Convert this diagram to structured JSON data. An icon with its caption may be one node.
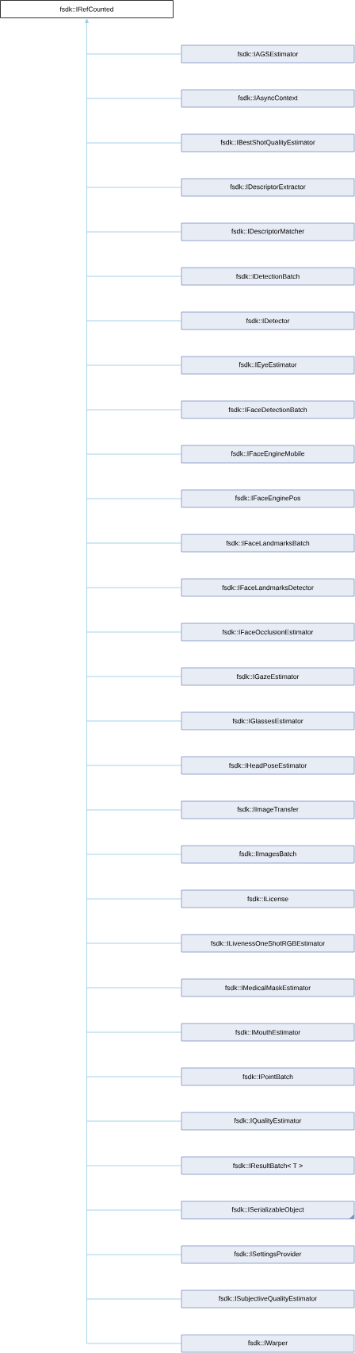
{
  "diagram": {
    "nodes": [
      {
        "text": [
          "fsdk::IRefCounted"
        ]
      },
      {
        "text": [
          "fsdk::IAGSEstimator"
        ]
      },
      {
        "text": [
          "fsdk::IAsyncContext"
        ]
      },
      {
        "text": [
          "fsdk::IBestShotQualityEstimator"
        ]
      },
      {
        "text": [
          "fsdk::IDescriptorExtractor"
        ]
      },
      {
        "text": [
          "fsdk::IDescriptorMatcher"
        ]
      },
      {
        "text": [
          "fsdk::IDetectionBatch"
        ]
      },
      {
        "text": [
          "fsdk::IDetector"
        ]
      },
      {
        "text": [
          "fsdk::IEyeEstimator"
        ]
      },
      {
        "text": [
          "fsdk::IFaceDetectionBatch"
        ]
      },
      {
        "text": [
          "fsdk::IFaceEngineMobile"
        ]
      },
      {
        "text": [
          "fsdk::IFaceEnginePos"
        ]
      },
      {
        "text": [
          "fsdk::IFaceLandmarksBatch"
        ]
      },
      {
        "text": [
          "fsdk::IFaceLandmarksDetector"
        ]
      },
      {
        "text": [
          "fsdk::IFaceOcclusionEstimator"
        ]
      },
      {
        "text": [
          "fsdk::IGazeEstimator"
        ]
      },
      {
        "text": [
          "fsdk::IGlassesEstimator"
        ]
      },
      {
        "text": [
          "fsdk::IHeadPoseEstimator"
        ]
      },
      {
        "text": [
          "fsdk::IImageTransfer"
        ]
      },
      {
        "text": [
          "fsdk::IImagesBatch"
        ]
      },
      {
        "text": [
          "fsdk::ILicense"
        ]
      },
      {
        "text": [
          "fsdk::ILivenessOneShotRGBEstimator"
        ]
      },
      {
        "text": [
          "fsdk::IMedicalMaskEstimator"
        ]
      },
      {
        "text": [
          "fsdk::IMouthEstimator"
        ]
      },
      {
        "text": [
          "fsdk::IPointBatch"
        ]
      },
      {
        "text": [
          "fsdk::IQualityEstimator"
        ]
      },
      {
        "text": [
          "fsdk::IResultBatch< T >"
        ]
      },
      {
        "text": [
          "fsdk::ISerializableObject"
        ]
      },
      {
        "text": [
          "fsdk::ISettingsProvider"
        ]
      },
      {
        "text": [
          "fsdk::ISubjectiveQualityEstimator"
        ]
      },
      {
        "text": [
          "fsdk::IWarper"
        ]
      }
    ],
    "edges": [
      {
        "from": 1,
        "to": 0,
        "arrow": "to"
      },
      {
        "from": 2,
        "to": 0,
        "arrow": "to"
      },
      {
        "from": 3,
        "to": 0,
        "arrow": "to"
      },
      {
        "from": 4,
        "to": 0,
        "arrow": "to"
      },
      {
        "from": 5,
        "to": 0,
        "arrow": "to"
      },
      {
        "from": 6,
        "to": 0,
        "arrow": "to"
      },
      {
        "from": 7,
        "to": 0,
        "arrow": "to"
      },
      {
        "from": 8,
        "to": 0,
        "arrow": "to"
      },
      {
        "from": 9,
        "to": 0,
        "arrow": "to"
      },
      {
        "from": 10,
        "to": 0,
        "arrow": "to"
      },
      {
        "from": 11,
        "to": 0,
        "arrow": "to"
      },
      {
        "from": 12,
        "to": 0,
        "arrow": "to"
      },
      {
        "from": 13,
        "to": 0,
        "arrow": "to"
      },
      {
        "from": 14,
        "to": 0,
        "arrow": "to"
      },
      {
        "from": 15,
        "to": 0,
        "arrow": "to"
      },
      {
        "from": 16,
        "to": 0,
        "arrow": "to"
      },
      {
        "from": 17,
        "to": 0,
        "arrow": "to"
      },
      {
        "from": 18,
        "to": 0,
        "arrow": "to"
      },
      {
        "from": 19,
        "to": 0,
        "arrow": "to"
      },
      {
        "from": 20,
        "to": 0,
        "arrow": "to"
      },
      {
        "from": 21,
        "to": 0,
        "arrow": "to"
      },
      {
        "from": 22,
        "to": 0,
        "arrow": "to"
      },
      {
        "from": 23,
        "to": 0,
        "arrow": "to"
      },
      {
        "from": 24,
        "to": 0,
        "arrow": "to"
      },
      {
        "from": 25,
        "to": 0,
        "arrow": "to"
      },
      {
        "from": 26,
        "to": 0,
        "arrow": "to"
      },
      {
        "from": 27,
        "to": 0,
        "arrow": "to"
      },
      {
        "from": 28,
        "to": 0,
        "arrow": "to"
      },
      {
        "from": 29,
        "to": 0,
        "arrow": "to"
      },
      {
        "from": 30,
        "to": 0,
        "arrow": "to"
      }
    ]
  }
}
